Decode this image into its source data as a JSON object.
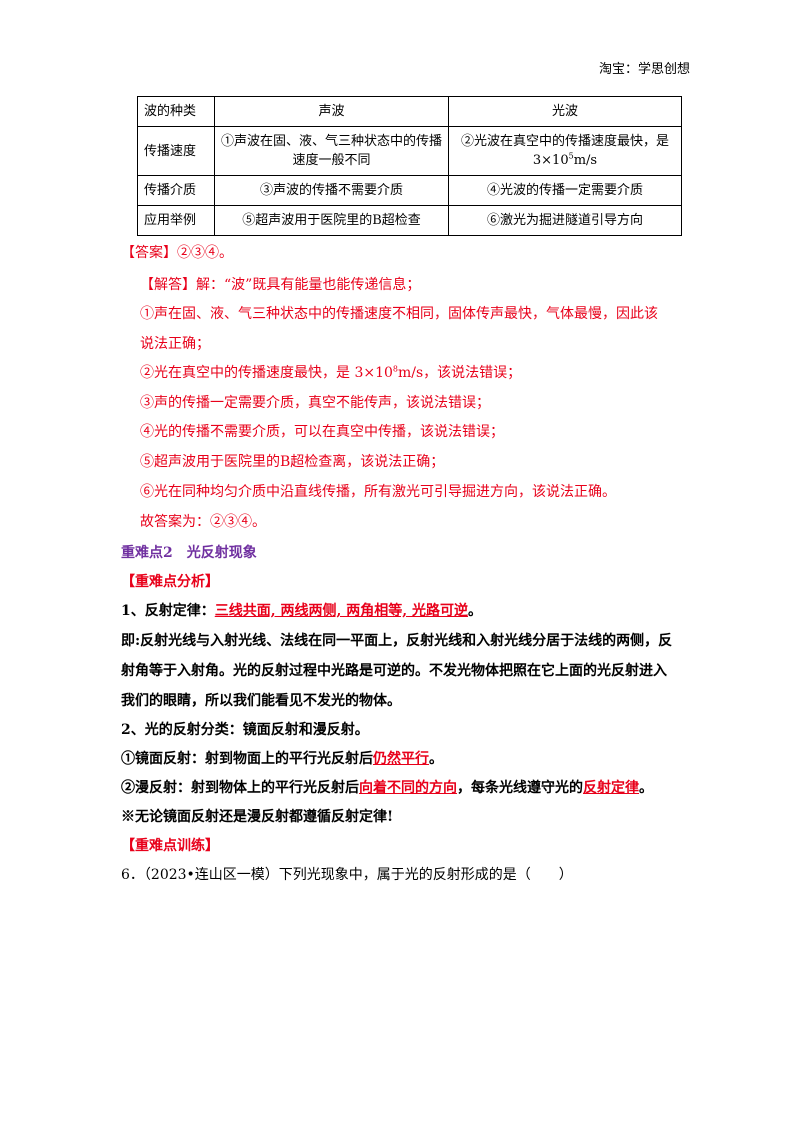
{
  "header": "淘宝：学思创想",
  "table": {
    "headers": [
      "波的种类",
      "声波",
      "光波"
    ],
    "rows": [
      {
        "label": "传播速度",
        "sound": "①声波在固、液、气三种状态中的传播速度一般不同",
        "light_prefix": "②光波在真空中的传播速度最快，是",
        "light_value": "3×10",
        "light_exp": "5",
        "light_unit": "m/s"
      },
      {
        "label": "传播介质",
        "sound": "③声波的传播不需要介质",
        "light": "④光波的传播一定需要介质"
      },
      {
        "label": "应用举例",
        "sound": "⑤超声波用于医院里的B超检查",
        "light": "⑥激光为掘进隧道引导方向"
      }
    ]
  },
  "answer": {
    "label": "【答案】",
    "value": "②③④。"
  },
  "analysis": {
    "label": "【解答】",
    "intro": "解：“波”既具有能量也能传递信息；",
    "items": [
      "①声在固、液、气三种状态中的传播速度不相同，固体传声最快，气体最慢，因此该",
      "说法正确；",
      "②光在真空中的传播速度最快，是 3×10",
      "m/s，该说法错误；",
      "③声的传播一定需要介质，真空不能传声，该说法错误；",
      "④光的传播不需要介质，可以在真空中传播，该说法错误；",
      "⑤超声波用于医院里的B超检查离，该说法正确；",
      "⑥光在同种均匀介质中沿直线传播，所有激光可引导掘进方向，该说法正确。"
    ],
    "exp": "8",
    "conclusion": "故答案为：②③④。"
  },
  "section": {
    "title": "重难点2　光反射现象",
    "analysis_label": "【重难点分析】",
    "law_prefix": "1、反射定律：",
    "law_key": "三线共面, 两线两侧, 两角相等, 光路可逆",
    "law_end": "。",
    "explain": [
      "即:反射光线与入射光线、法线在同一平面上，反射光线和入射光线分居于法线的两侧，反",
      "射角等于入射角。光的反射过程中光路是可逆的。不发光物体把照在它上面的光反射进入",
      "我们的眼睛，所以我们能看见不发光的物体。"
    ],
    "types": "2、光的反射分类：镜面反射和漫反射。",
    "mirror_prefix": "①镜面反射：射到物面上的平行光反射后",
    "mirror_key": "仍然平行",
    "mirror_end": "。",
    "diffuse_prefix": "②漫反射：射到物体上的平行光反射后",
    "diffuse_key1": "向着不同的方向",
    "diffuse_mid": "，每条光线遵守光的",
    "diffuse_key2": "反射定律",
    "diffuse_end": "。",
    "note": "※无论镜面反射还是漫反射都遵循反射定律!",
    "practice_label": "【重难点训练】",
    "question": "6．（2023•连山区一模）下列光现象中，属于光的反射形成的是（　　）"
  }
}
